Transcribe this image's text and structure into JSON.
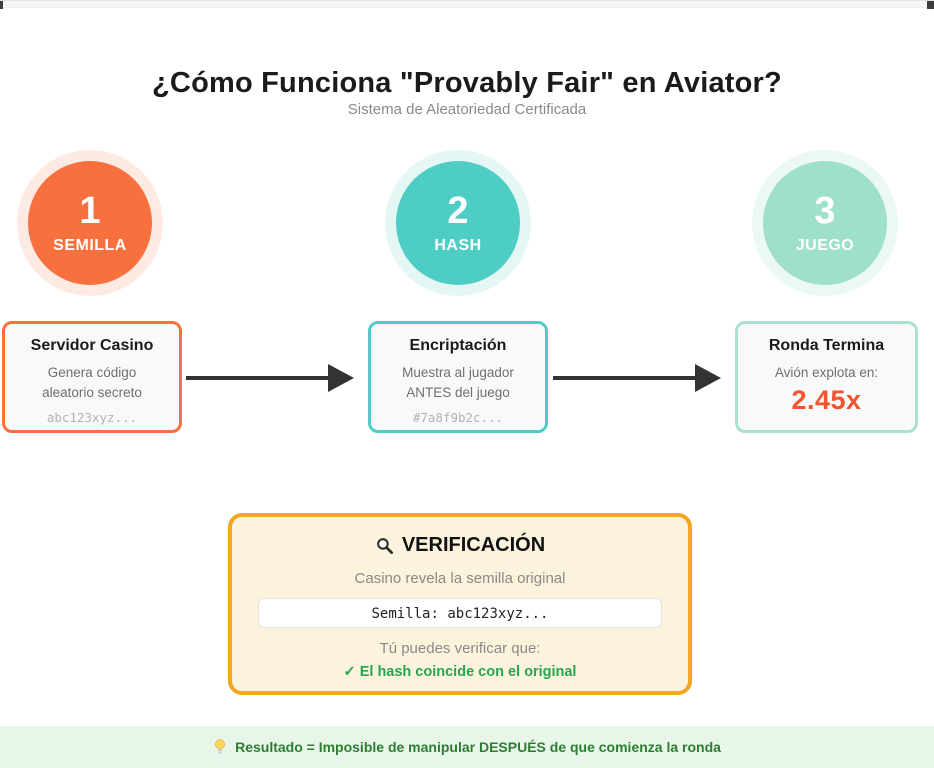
{
  "page": {
    "title": "¿Cómo Funciona \"Provably Fair\" en Aviator?",
    "subtitle": "Sistema de Aleatoriedad Certificada"
  },
  "steps": [
    {
      "number": "1",
      "label": "SEMILLA",
      "color": "#F8703E",
      "halo_color": "#FDEBE3"
    },
    {
      "number": "2",
      "label": "HASH",
      "color": "#4ECDC4",
      "halo_color": "#E4F7F5"
    },
    {
      "number": "3",
      "label": "JUEGO",
      "color": "#9FE0C9",
      "halo_color": "#EBF8F3"
    }
  ],
  "flow_boxes": [
    {
      "title": "Servidor Casino",
      "line1": "Genera código",
      "line2": "aleatorio secreto",
      "code": "abc123xyz...",
      "border_color": "#F8703E"
    },
    {
      "title": "Encriptación",
      "line1": "Muestra al jugador",
      "line2": "ANTES del juego",
      "code": "#7a8f9b2c...",
      "border_color": "#4ECDC4"
    },
    {
      "title": "Ronda Termina",
      "line1": "Avión explota en:",
      "multiplier": "2.45x",
      "multiplier_color": "#F4532C",
      "border_color": "#A9E2CE"
    }
  ],
  "arrow_color": "#333333",
  "verification": {
    "icon": "magnifier-icon",
    "title": "VERIFICACIÓN",
    "subtitle": "Casino revela la semilla original",
    "seed_value": "Semilla: abc123xyz...",
    "verify_label": "Tú puedes verificar que:",
    "check_text": "✓ El hash coincide con el original",
    "border_color": "#F5A623",
    "bg_color": "#FCF3DC",
    "check_color": "#27A551"
  },
  "result_bar": {
    "icon": "lightbulb-icon",
    "text": "Resultado = Imposible de manipular DESPUÉS de que comienza la ronda",
    "bg_color": "#E8F5E9",
    "text_color": "#2E7D32"
  }
}
